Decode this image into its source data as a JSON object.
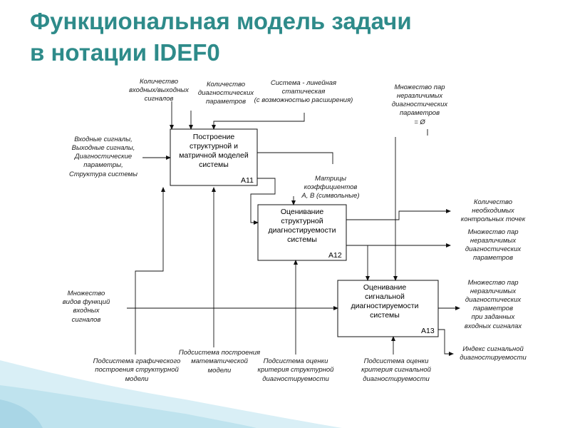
{
  "title": {
    "line1": "Функциональная модель задачи",
    "line2": "в нотации IDEF0"
  },
  "boxes": {
    "a11": {
      "lines": [
        "Построение",
        "структурной и",
        "матричной моделей",
        "системы"
      ],
      "id": "А11"
    },
    "a12": {
      "lines": [
        "Оценивание",
        "структурной",
        "диагностируемости",
        "системы"
      ],
      "id": "А12"
    },
    "a13": {
      "lines": [
        "Оценивание",
        "сигнальной",
        "диагностируемости",
        "системы"
      ],
      "id": "А13"
    }
  },
  "labels": {
    "count_io": [
      "Количество",
      "входных/выходных",
      "сигналов"
    ],
    "count_diag": [
      "Количество",
      "диагностических",
      "параметров"
    ],
    "system_linear": [
      "Система - линейная",
      "статическая",
      "(с возможностью расширения)"
    ],
    "pairs_empty": [
      "Множество пар",
      "неразличимых",
      "диагностических",
      "параметров",
      "= Ø"
    ],
    "inputs": [
      "Входные сигналы,",
      "Выходные сигналы,",
      "Диагностические",
      "параметры,",
      "Структура системы"
    ],
    "matrices": [
      "Матрицы",
      "коэффициентов",
      "A, B (символьные)"
    ],
    "count_control": [
      "Количество",
      "необходимых",
      "контрольных точек"
    ],
    "pairs_out": [
      "Множество пар",
      "неразличимых",
      "диагностических",
      "параметров"
    ],
    "functions_set": [
      "Множество",
      "видов функций",
      "входных",
      "сигналов"
    ],
    "pairs_signals": [
      "Множество пар",
      "неразличимых",
      "диагностических",
      "параметров",
      "при заданных",
      "входных сигналах"
    ],
    "signal_index": [
      "Индекс сигнальной",
      "диагностируемости"
    ],
    "sub_graphic": [
      "Подсистема графического",
      "построения структурной",
      "модели"
    ],
    "sub_math": [
      "Подсистема построения",
      "математической",
      "модели"
    ],
    "sub_struct_eval": [
      "Подсистема оценки",
      "критерия структурной",
      "диагностируемости"
    ],
    "sub_signal_eval": [
      "Подсистема оценки",
      "критерия сигнальной",
      "диагностируемости"
    ]
  },
  "colors": {
    "title": "#2e8b8a",
    "lines": "#111111",
    "decor": "#bfe3ee"
  }
}
